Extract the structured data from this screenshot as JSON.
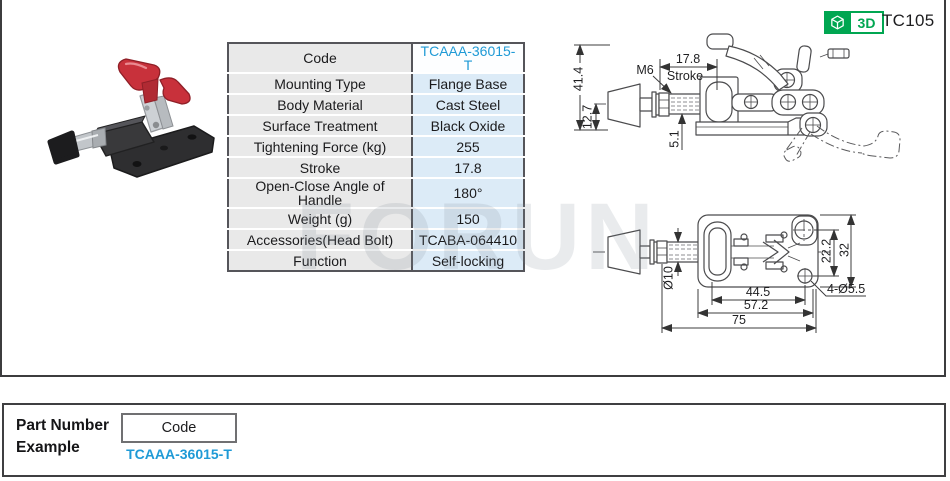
{
  "page": {
    "part_number": "TC105",
    "badge_3d": "3D",
    "watermark": "FORUN"
  },
  "spec_table": {
    "rows": [
      {
        "label": "Code",
        "value": "TCAAA-36015-T"
      },
      {
        "label": "Mounting Type",
        "value": "Flange Base"
      },
      {
        "label": "Body Material",
        "value": "Cast Steel"
      },
      {
        "label": "Surface Treatment",
        "value": "Black Oxide"
      },
      {
        "label": "Tightening Force (kg)",
        "value": "255"
      },
      {
        "label": "Stroke",
        "value": "17.8"
      },
      {
        "label": "Open-Close Angle of Handle",
        "value": "180°"
      },
      {
        "label": "Weight (g)",
        "value": "150"
      },
      {
        "label": "Accessories(Head Bolt)",
        "value": "TCABA-064410"
      },
      {
        "label": "Function",
        "value": "Self-locking"
      }
    ]
  },
  "drawings": {
    "side_view": {
      "overall_height": "41.4",
      "center_height": "12.7",
      "rod_offset": "5.1",
      "stroke_dim": "17.8",
      "stroke_label": "Stroke",
      "thread_label": "M6"
    },
    "top_view": {
      "rod_diameter": "Ø10",
      "hole_spacing_x": "44.5",
      "body_length": "57.2",
      "overall_length": "75",
      "hole_spacing_y": "22.2",
      "base_width": "32",
      "mounting_holes": "4-Ø5.5"
    }
  },
  "footer": {
    "label_line1": "Part Number",
    "label_line2": "Example",
    "code_box_label": "Code",
    "example_code": "TCAAA-36015-T"
  },
  "colors": {
    "accent_blue": "#1f9ad6",
    "green": "#00a651"
  }
}
